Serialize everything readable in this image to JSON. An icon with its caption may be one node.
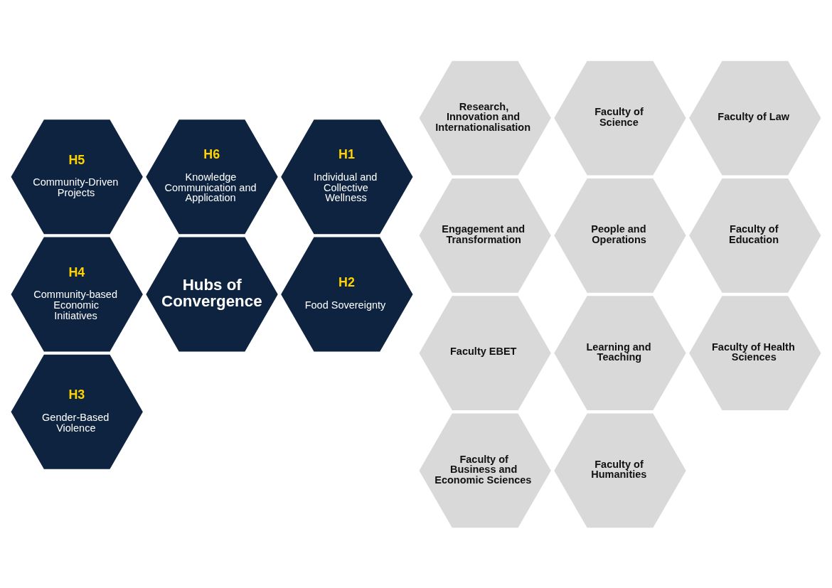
{
  "diagram": {
    "nodes": [
      {
        "text": [
          "H6",
          "Knowledge Communication and Application"
        ]
      },
      {
        "text": [
          "H5",
          "Community-Driven Projects"
        ]
      },
      {
        "text": [
          "H1",
          "Individual and Collective Wellness"
        ]
      },
      {
        "text": [
          "Hubs of Convergence"
        ]
      },
      {
        "text": [
          "H4",
          "Community-based Economic Initiatives"
        ]
      },
      {
        "text": [
          "H2",
          "Food Sovereignty"
        ]
      },
      {
        "text": [
          "H3",
          "Gender-Based Violence"
        ]
      },
      {
        "text": [
          "Faculty of Science"
        ]
      },
      {
        "text": [
          "Research, Innovation and Internationalisation"
        ]
      },
      {
        "text": [
          "Faculty of Law"
        ]
      },
      {
        "text": [
          "People and Operations"
        ]
      },
      {
        "text": [
          "Engagement and Transformation"
        ]
      },
      {
        "text": [
          "Faculty of Education"
        ]
      },
      {
        "text": [
          "Learning and Teaching"
        ]
      },
      {
        "text": [
          "Faculty EBET"
        ]
      },
      {
        "text": [
          "Faculty of Health Sciences"
        ]
      },
      {
        "text": [
          "Faculty of Humanities"
        ]
      },
      {
        "text": [
          "Faculty of Business and Economic Sciences"
        ]
      }
    ],
    "edges": []
  }
}
